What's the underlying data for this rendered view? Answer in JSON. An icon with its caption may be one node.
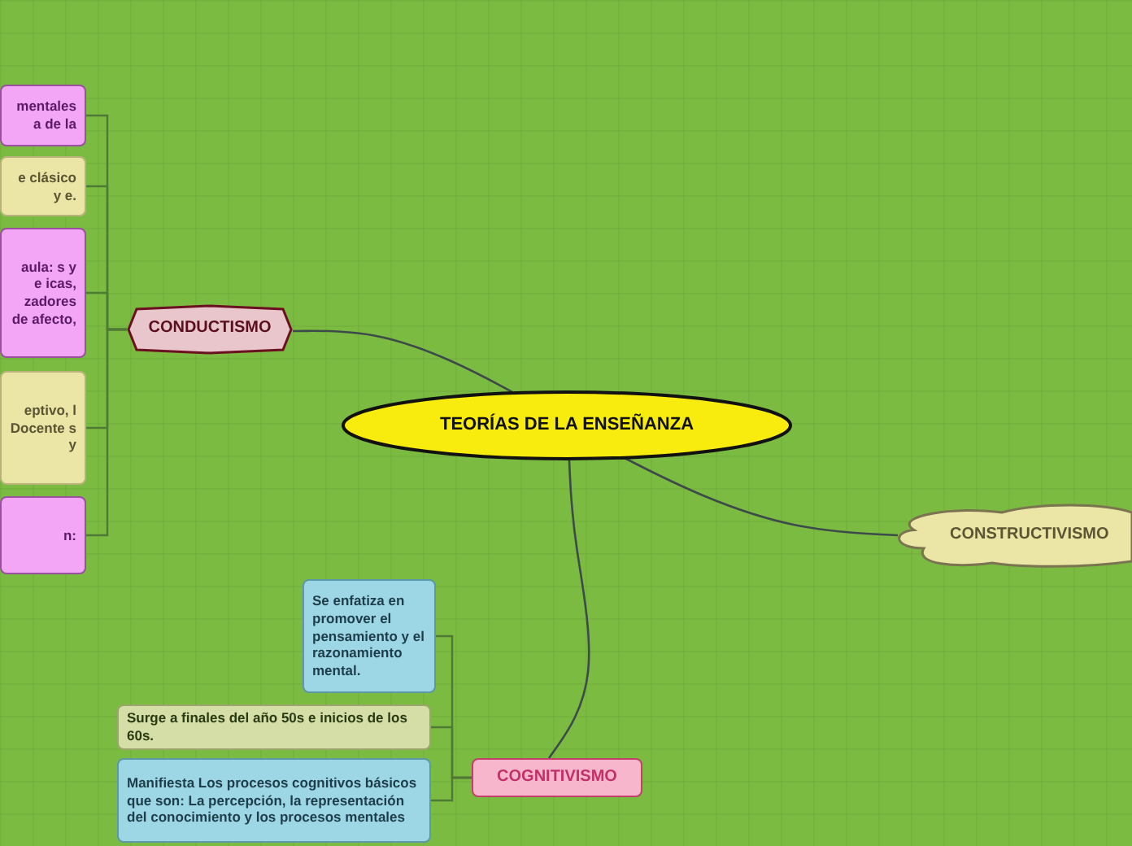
{
  "diagram": {
    "nodes": [
      {
        "text": [
          "TEORÍAS DE LA ENSEÑANZA"
        ]
      },
      {
        "text": [
          "CONDUCTISMO"
        ]
      },
      {
        "text": [
          "mentales a de la"
        ]
      },
      {
        "text": [
          "e clásico y e."
        ]
      },
      {
        "text": [
          "aula: s y e icas, zadores de afecto,"
        ]
      },
      {
        "text": [
          "eptivo, l Docente s y"
        ]
      },
      {
        "text": [
          "n:"
        ]
      },
      {
        "text": [
          "CONSTRUCTIVISMO"
        ]
      },
      {
        "text": [
          "COGNITIVISMO"
        ]
      },
      {
        "text": [
          "Se enfatiza en promover el pensamiento y el razonamiento mental."
        ]
      },
      {
        "text": [
          "Surge a  finales del año 50s e inicios de los 60s."
        ]
      },
      {
        "text": [
          "Manifiesta Los procesos cognitivos básicos que son: La percepción, la representación del conocimiento y los procesos mentales"
        ]
      }
    ],
    "edges": [
      {
        "from": 0,
        "to": 1,
        "arrow": "none"
      },
      {
        "from": 0,
        "to": 7,
        "arrow": "none"
      },
      {
        "from": 0,
        "to": 8,
        "arrow": "none"
      },
      {
        "from": 1,
        "to": 2,
        "arrow": "none"
      },
      {
        "from": 1,
        "to": 3,
        "arrow": "none"
      },
      {
        "from": 1,
        "to": 4,
        "arrow": "none"
      },
      {
        "from": 1,
        "to": 5,
        "arrow": "none"
      },
      {
        "from": 1,
        "to": 6,
        "arrow": "none"
      },
      {
        "from": 8,
        "to": 9,
        "arrow": "none"
      },
      {
        "from": 8,
        "to": 10,
        "arrow": "none"
      },
      {
        "from": 8,
        "to": 11,
        "arrow": "none"
      }
    ]
  }
}
